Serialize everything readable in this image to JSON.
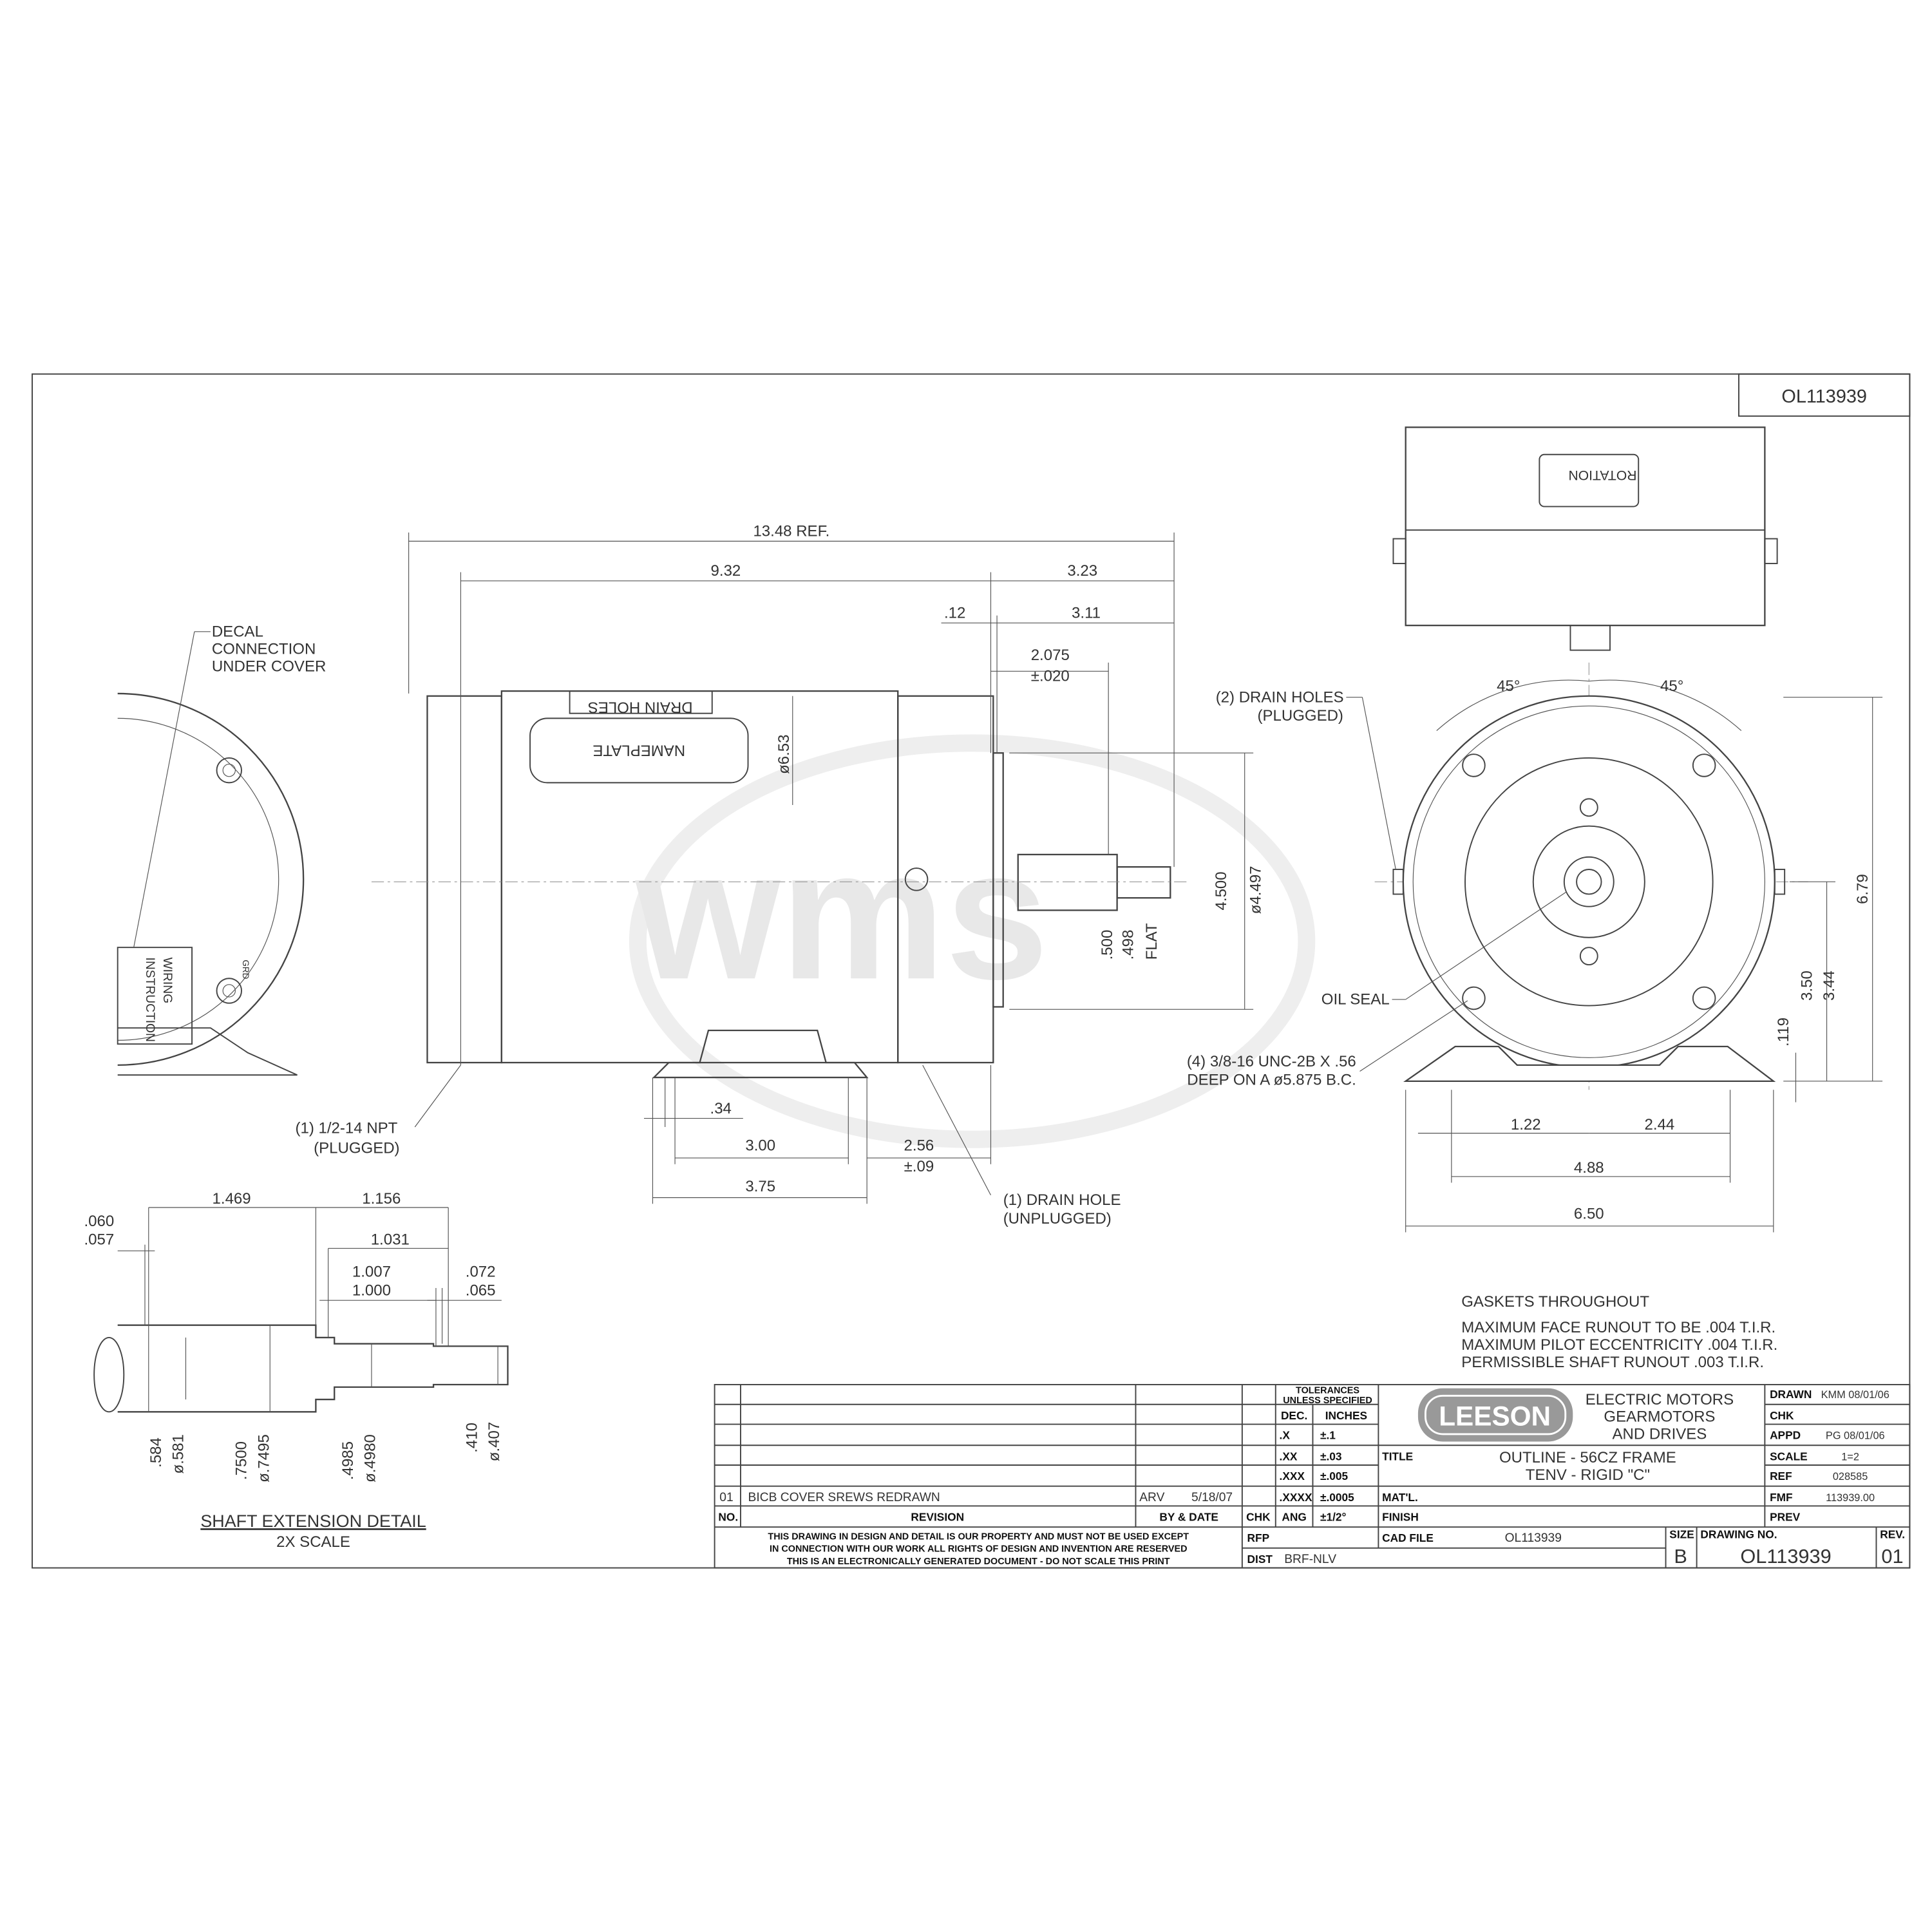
{
  "drawing_number_box": "OL113939",
  "watermark": "wms",
  "left_view": {
    "decal": [
      "DECAL",
      "CONNECTION",
      "UNDER COVER"
    ],
    "wiring": [
      "WIRING",
      "INSTRUCTION"
    ],
    "grd": "GRD"
  },
  "side_view": {
    "nameplate": "NAMEPLATE",
    "drain_holes_label": "DRAIN HOLES",
    "dims": [
      "13.48 REF.",
      "9.32",
      "3.23",
      ".12",
      "3.11",
      "2.075",
      "±.020",
      "ø6.53",
      "4.500",
      "ø4.497",
      ".500",
      ".498",
      "FLAT",
      ".34",
      "3.00",
      "3.75",
      "2.56",
      "±.09"
    ],
    "npt_note": [
      "(1) 1/2-14 NPT",
      "(PLUGGED)"
    ],
    "drain_note": [
      "(1) DRAIN HOLE",
      "(UNPLUGGED)"
    ]
  },
  "front_view": {
    "rotation": "ROTATION",
    "angles": [
      "45°",
      "45°"
    ],
    "drain_note": [
      "(2) DRAIN HOLES",
      "(PLUGGED)"
    ],
    "oil_seal": "OIL SEAL",
    "bolt_note": [
      "(4) 3/8-16 UNC-2B X .56",
      "DEEP ON A ø5.875 B.C."
    ],
    "dims": [
      "6.79",
      "3.50",
      "3.44",
      ".119",
      "1.22",
      "2.44",
      "4.88",
      "6.50"
    ]
  },
  "shaft_detail": {
    "dims": [
      "1.469",
      "1.156",
      "1.031",
      "1.007",
      "1.000",
      ".060",
      ".057",
      ".072",
      ".065",
      ".584",
      "ø.581",
      ".7500",
      "ø.7495",
      ".4985",
      "ø.4980",
      ".410",
      "ø.407"
    ],
    "title": "SHAFT EXTENSION DETAIL",
    "scale": "2X SCALE"
  },
  "notes": [
    "GASKETS THROUGHOUT",
    "MAXIMUM FACE RUNOUT TO BE .004 T.I.R.",
    "MAXIMUM PILOT ECCENTRICITY .004 T.I.R.",
    "PERMISSIBLE SHAFT RUNOUT .003 T.I.R."
  ],
  "title_block": {
    "revision": {
      "no": "01",
      "desc": "BICB COVER SREWS REDRAWN",
      "by": "ARV",
      "date": "5/18/07"
    },
    "headers": {
      "no": "NO.",
      "revision": "REVISION",
      "by_date": "BY & DATE",
      "chk": "CHK"
    },
    "tolerances": {
      "title1": "TOLERANCES",
      "title2": "UNLESS SPECIFIED",
      "dec": "DEC.",
      "inches": "INCHES",
      "rows": [
        [
          ".X",
          "±.1"
        ],
        [
          ".XX",
          "±.03"
        ],
        [
          ".XXX",
          "±.005"
        ],
        [
          ".XXXX",
          "±.0005"
        ],
        [
          "ANG",
          "±1/2°"
        ]
      ]
    },
    "logo": "LEESON",
    "company": [
      "ELECTRIC MOTORS",
      "GEARMOTORS",
      "AND DRIVES"
    ],
    "title_label": "TITLE",
    "title": [
      "OUTLINE - 56CZ FRAME",
      "TENV - RIGID \"C\""
    ],
    "matl": "MAT'L.",
    "finish": "FINISH",
    "right": [
      [
        "DRAWN",
        "KMM 08/01/06"
      ],
      [
        "CHK",
        ""
      ],
      [
        "APPD",
        "PG 08/01/06"
      ],
      [
        "SCALE",
        "1=2"
      ],
      [
        "REF",
        "028585"
      ],
      [
        "FMF",
        "113939.00"
      ],
      [
        "PREV",
        ""
      ]
    ],
    "disclaimer": [
      "THIS DRAWING IN DESIGN AND DETAIL IS OUR PROPERTY AND MUST NOT BE USED EXCEPT",
      "IN CONNECTION WITH OUR WORK ALL RIGHTS OF DESIGN AND INVENTION ARE RESERVED",
      "THIS IS AN ELECTRONICALLY GENERATED DOCUMENT - DO NOT SCALE THIS PRINT"
    ],
    "rfp": "RFP",
    "dist_label": "DIST",
    "dist": "BRF-NLV",
    "cad_label": "CAD FILE",
    "cad_file": "OL113939",
    "size_label": "SIZE",
    "size": "B",
    "dwg_label": "DRAWING NO.",
    "dwg_no": "OL113939",
    "rev_label": "REV.",
    "rev": "01"
  }
}
